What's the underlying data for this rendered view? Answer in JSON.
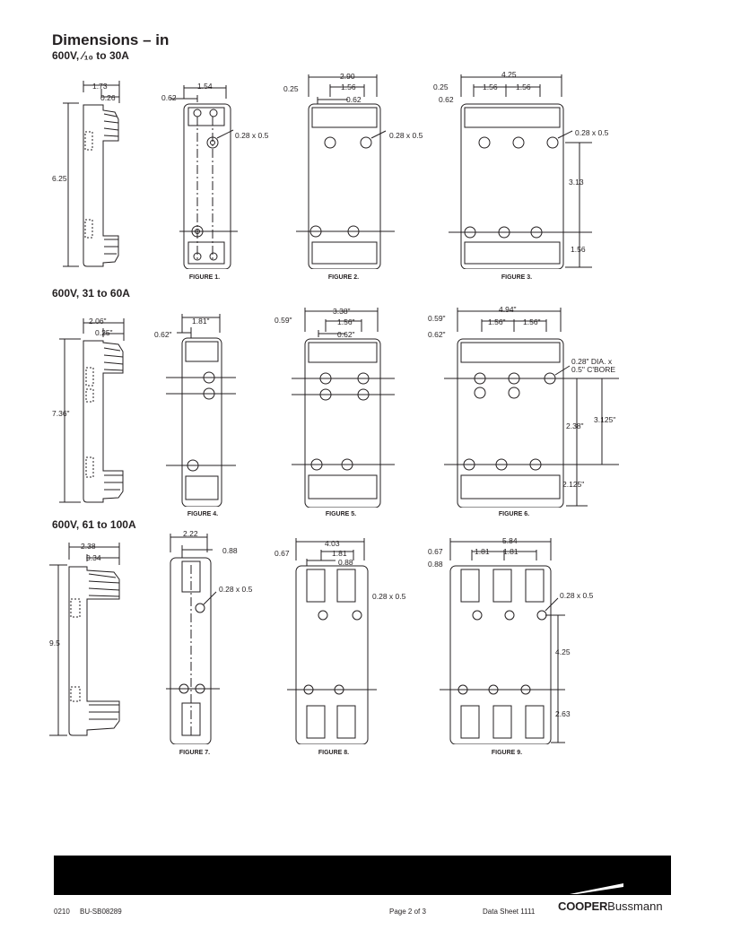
{
  "header": {
    "title": "Dimensions – in",
    "sections": [
      "600V, ⁄₁₀ to 30A",
      "600V, 31 to 60A",
      "600V, 61 to 100A"
    ]
  },
  "rows": [
    {
      "side": {
        "width": "1.73",
        "offset": "0.26",
        "height": "6.25"
      },
      "figures": [
        {
          "caption": "FIGURE 1.",
          "labels": [
            "1.54",
            "0.62",
            "0.28 x 0.5"
          ]
        },
        {
          "caption": "FIGURE 2.",
          "labels": [
            "2.90",
            "0.25",
            "1.56",
            "0.62",
            "0.28 x 0.5"
          ]
        },
        {
          "caption": "FIGURE 3.",
          "labels": [
            "4.25",
            "0.25",
            "1.56",
            "1.56",
            "0.62",
            "0.28 x 0.5",
            "3.13",
            "1.56"
          ]
        }
      ]
    },
    {
      "side": {
        "width": "2.06\"",
        "offset": "0.25\"",
        "height": "7.36\""
      },
      "figures": [
        {
          "caption": "FIGURE 4.",
          "labels": [
            "1.81\"",
            "0.62\""
          ]
        },
        {
          "caption": "FIGURE 5.",
          "labels": [
            "3.38\"",
            "0.59\"",
            "1.56\"",
            "0.62\""
          ]
        },
        {
          "caption": "FIGURE 6.",
          "labels": [
            "4.94\"",
            "0.59\"",
            "1.56\"",
            "1.56\"",
            "0.62\"",
            "0.28\" DIA. x",
            "0.5\" C'BORE",
            "2.38\"",
            "3.125\"",
            "2.125\""
          ]
        }
      ]
    },
    {
      "side": {
        "width": "2.38",
        "offset": "0.34",
        "height": "9.5"
      },
      "figures": [
        {
          "caption": "FIGURE 7.",
          "labels": [
            "2.22",
            "0.88",
            "0.28 x 0.5"
          ]
        },
        {
          "caption": "FIGURE 8.",
          "labels": [
            "4.03",
            "0.67",
            "1.81",
            "0.88",
            "0.28 x 0.5"
          ]
        },
        {
          "caption": "FIGURE 9.",
          "labels": [
            "5.84",
            "0.67",
            "1.81",
            "1.81",
            "0.88",
            "0.28 x 0.5",
            "4.25",
            "2.63"
          ]
        }
      ]
    }
  ],
  "footer": {
    "code": "0210",
    "doc_number": "BU-SB08289",
    "page": "Page 2 of 3",
    "sheet": "Data Sheet 1111",
    "brand_bold": "COOPER",
    "brand_regular": "Bussmann",
    "band_color": "#000000"
  }
}
